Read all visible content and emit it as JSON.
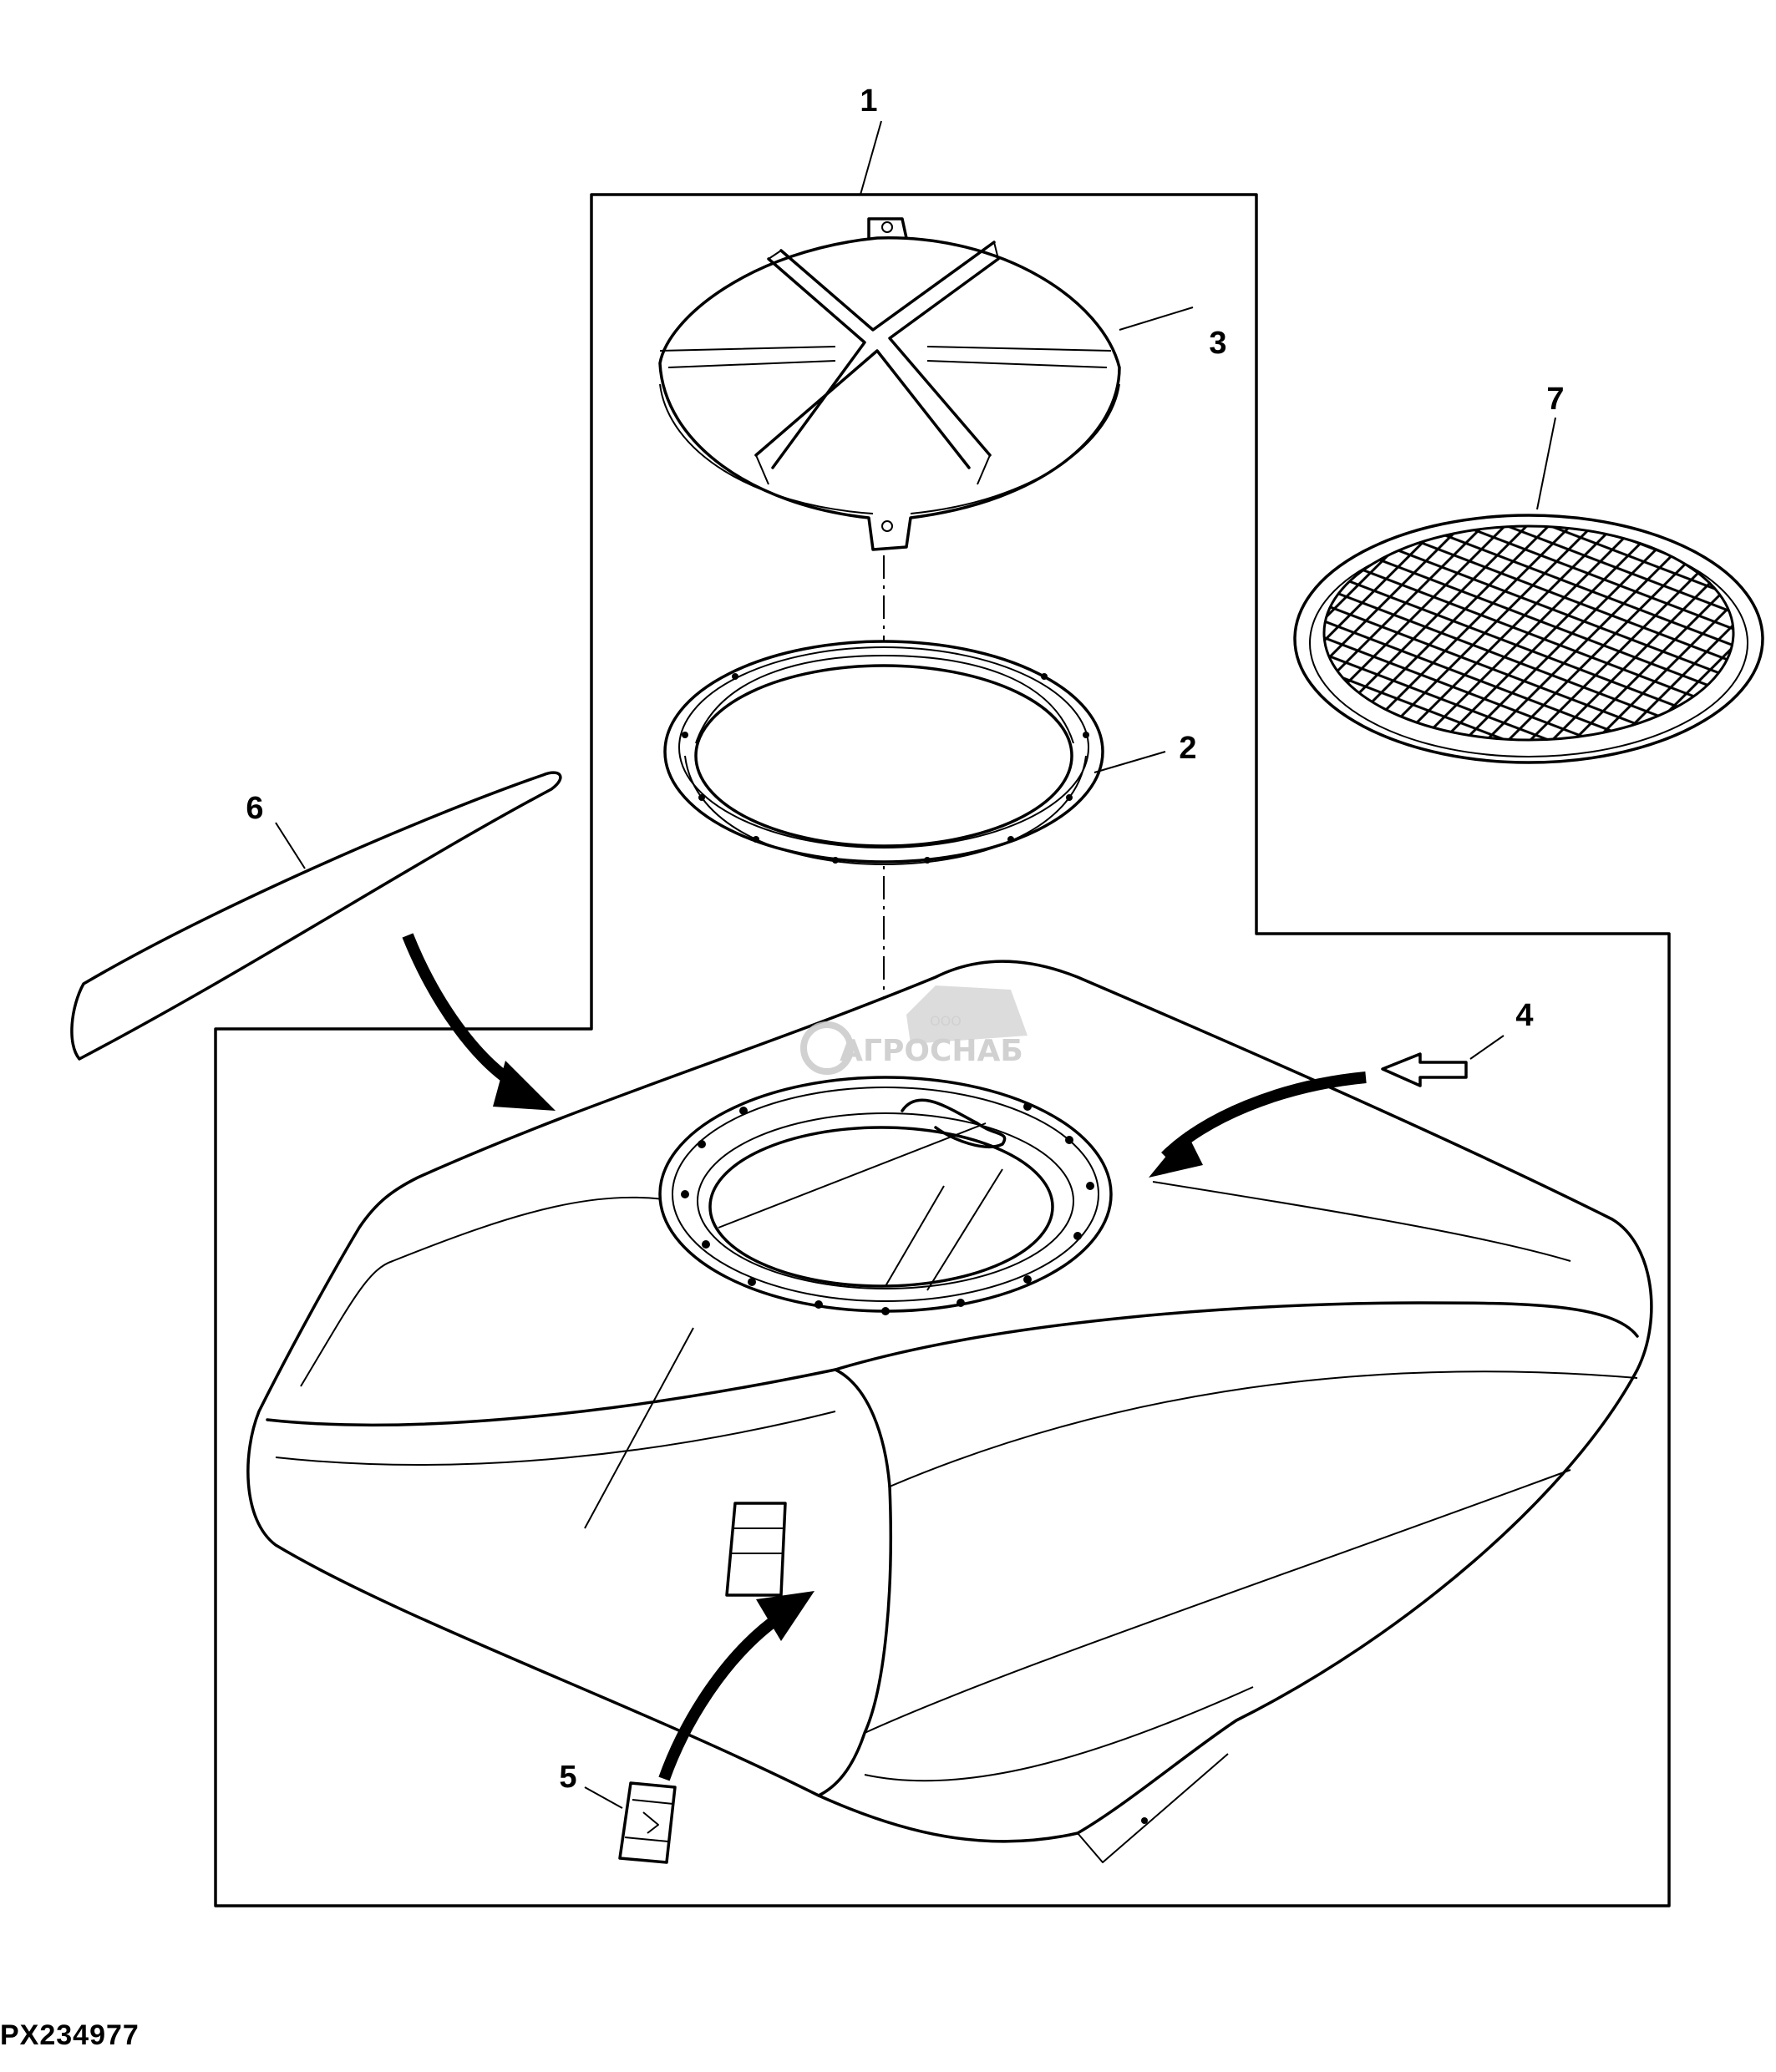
{
  "figure_id": "PX234977",
  "watermark": {
    "prefix": "ООО",
    "name": "АГРОСНАБ"
  },
  "callouts": [
    "1",
    "2",
    "3",
    "4",
    "5",
    "6",
    "7"
  ],
  "parts": [
    {
      "callout": "1",
      "icon": "group-bracket"
    },
    {
      "callout": "2",
      "icon": "threaded-ring"
    },
    {
      "callout": "3",
      "icon": "tank-lid"
    },
    {
      "callout": "4",
      "icon": "view-direction-arrow"
    },
    {
      "callout": "5",
      "icon": "warning-decal"
    },
    {
      "callout": "6",
      "icon": "side-decal-strip"
    },
    {
      "callout": "7",
      "icon": "mesh-screen"
    }
  ]
}
